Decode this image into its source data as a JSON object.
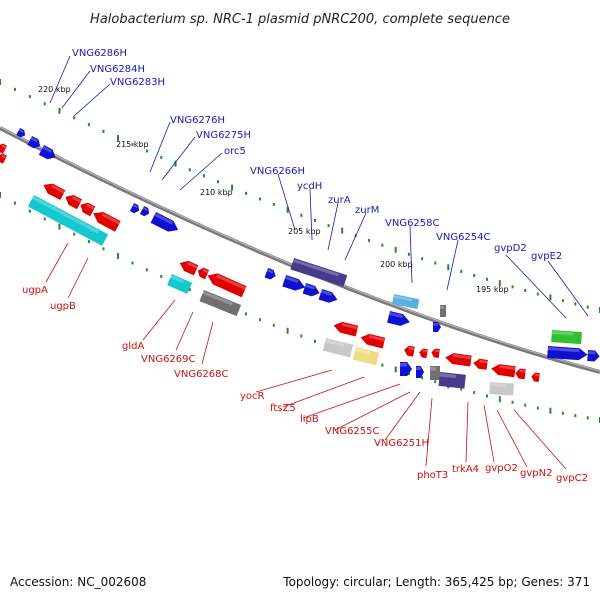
{
  "title": "Halobacterium sp. NRC-1 plasmid pNRC200, complete sequence",
  "footer": {
    "accession": "Accession: NC_002608",
    "topology": "Topology: circular; Length: 365,425 bp; Genes: 371"
  },
  "scale_labels": [
    "220 kbp",
    "215 kbp",
    "210 kbp",
    "205 kbp",
    "200 kbp",
    "195 kbp"
  ],
  "top_labels": [
    "VNG6286H",
    "VNG6284H",
    "VNG6283H",
    "VNG6276H",
    "VNG6275H",
    "orc5",
    "VNG6266H",
    "ycdH",
    "zurA",
    "zurM",
    "VNG6258C",
    "VNG6254C",
    "gvpD2",
    "gvpE2"
  ],
  "bottom_labels": [
    "ugpA",
    "ugpB",
    "gldA",
    "VNG6269C",
    "VNG6268C",
    "yocR",
    "ftsZ5",
    "lipB",
    "VNG6255C",
    "VNG6251H",
    "phoT3",
    "trkA4",
    "gvpO2",
    "gvpN2",
    "gvpC2"
  ],
  "colors": {
    "forward_gene": "#1010d0",
    "reverse_gene": "#e00000",
    "backbone": "#808080",
    "tick": "#2a8a2a",
    "cyan_gene": "#14c8d0",
    "gray_gene": "#707070",
    "lightgray_gene": "#c8c8c8",
    "yellow_gene": "#eedd88",
    "purple_gene": "#4a3a8c",
    "skyblue_gene": "#5ab0e0",
    "green_gene": "#30c030"
  }
}
